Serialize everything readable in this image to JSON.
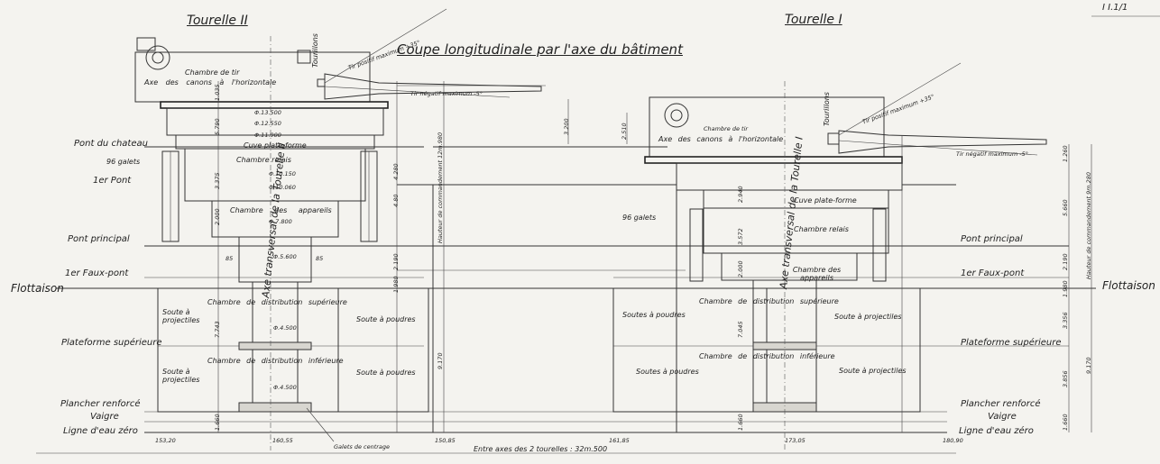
{
  "sheet_ref": "I I.1/1",
  "title": "Coupe longitudinale par l'axe du bâtiment",
  "turrets": {
    "left": {
      "name": "Tourelle II",
      "axis": "Axe transversal de la Tourelle II",
      "gun_axis": "Axe des canons à l'horizontale",
      "fire_chamber": "Chambre de tir",
      "trunnions": "Tourillons",
      "elev_max": "Tir positif maximum +35°",
      "elev_min": "Tir négatif maximum -5°",
      "cuve": "Cuve plate-forme",
      "relay": "Chambre relais",
      "apparatus_label": "Chambre des appareils",
      "upper_dist": "Chambre de distribution supérieure",
      "lower_dist": "Chambre de distribution inférieure",
      "magazine_proj_1": "Soute à projectiles",
      "magazine_powder_1": "Soute à poudres",
      "magazine_proj_2": "Soute à projectiles",
      "magazine_powder_2": "Soute à poudres",
      "dims": [
        "Φ.13.500",
        "Φ.12.550",
        "Φ.11.900",
        "Φ.10.150",
        "Φ.10.060",
        "Φ.7.800",
        "Φ.5.600",
        "Φ.4.500",
        "Φ.4.500"
      ],
      "heights": [
        "1.035",
        "5.790",
        "3.375",
        "2.000",
        "2.190",
        "7.743",
        "1.980",
        "1.660",
        "4.280"
      ],
      "roller_count": "96 galets",
      "rollers": "Galets de centrage"
    },
    "right": {
      "name": "Tourelle I",
      "axis": "Axe transversal de la Tourelle I",
      "gun_axis": "Axe des canons à l'horizontale",
      "fire_chamber": "Chambre de tir",
      "trunnions": "Tourillons",
      "elev_max": "Tir positif maximum +35°",
      "elev_min": "Tir négatif maximum -5°",
      "cuve": "Cuve plate-forme",
      "relay": "Chambre relais",
      "apparatus_label": "Chambre des appareils",
      "upper_dist": "Chambre de distribution supérieure",
      "lower_dist": "Chambre de distribution inférieure",
      "magazine_powder_1": "Soutes à poudres",
      "magazine_proj_1": "Soute à projectiles",
      "magazine_powder_2": "Soutes à poudres",
      "magazine_proj_2": "Soute à projectiles",
      "heights": [
        "2.940",
        "3.572",
        "2.000",
        "7.045",
        "1.660"
      ],
      "roller_count": "96 galets"
    }
  },
  "decks_left": [
    "Pont du chateau",
    "1er Pont",
    "Pont principal",
    "1er Faux-pont",
    "Plateforme supérieure",
    "Plancher renforcé",
    "Vaigre",
    "Ligne d'eau zéro"
  ],
  "decks_right": [
    "Pont principal",
    "1er Faux-pont",
    "Plateforme supérieure",
    "Plancher renforcé",
    "Vaigre",
    "Ligne d'eau zéro"
  ],
  "waterline": "Flottaison",
  "command_height_left": "Hauteur de commandement 12m.980",
  "command_height_right": "Hauteur de commandement 9m.280",
  "right_heights": [
    "1.260",
    "5.660",
    "2.190",
    "1.980",
    "3.356",
    "3.856",
    "1.660",
    "9.170"
  ],
  "baseline": "Entre axes des 2 tourelles : 32m.500",
  "frames": [
    "153,20",
    "160,55",
    "150,85",
    "161,85",
    "173,05",
    "180,90"
  ],
  "misc_dims": [
    "3.200",
    "2.510",
    "9.170",
    "4.80",
    "85",
    "85"
  ]
}
